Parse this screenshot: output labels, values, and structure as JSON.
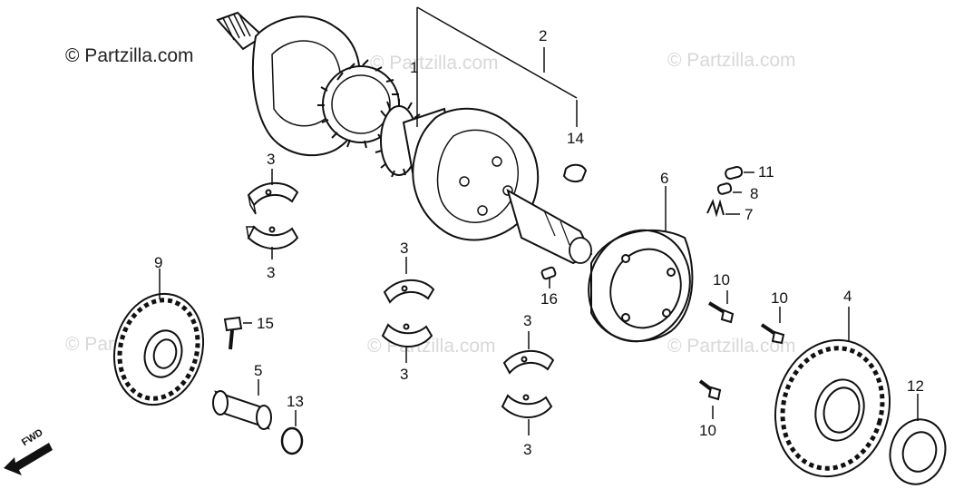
{
  "watermarks": {
    "main": "© Partzilla.com",
    "faded": "© Partzilla.com"
  },
  "direction": {
    "label": "FWD"
  },
  "callouts": {
    "c1": "1",
    "c2": "2",
    "c3a": "3",
    "c3b": "3",
    "c3c": "3",
    "c3d": "3",
    "c3e": "3",
    "c3f": "3",
    "c4": "4",
    "c5": "5",
    "c6": "6",
    "c7": "7",
    "c8": "8",
    "c9": "9",
    "c10a": "10",
    "c10b": "10",
    "c10c": "10",
    "c11": "11",
    "c12": "12",
    "c13": "13",
    "c14": "14",
    "c15": "15",
    "c16": "16"
  },
  "colors": {
    "line": "#111111",
    "watermark": "#d8d8d8"
  }
}
